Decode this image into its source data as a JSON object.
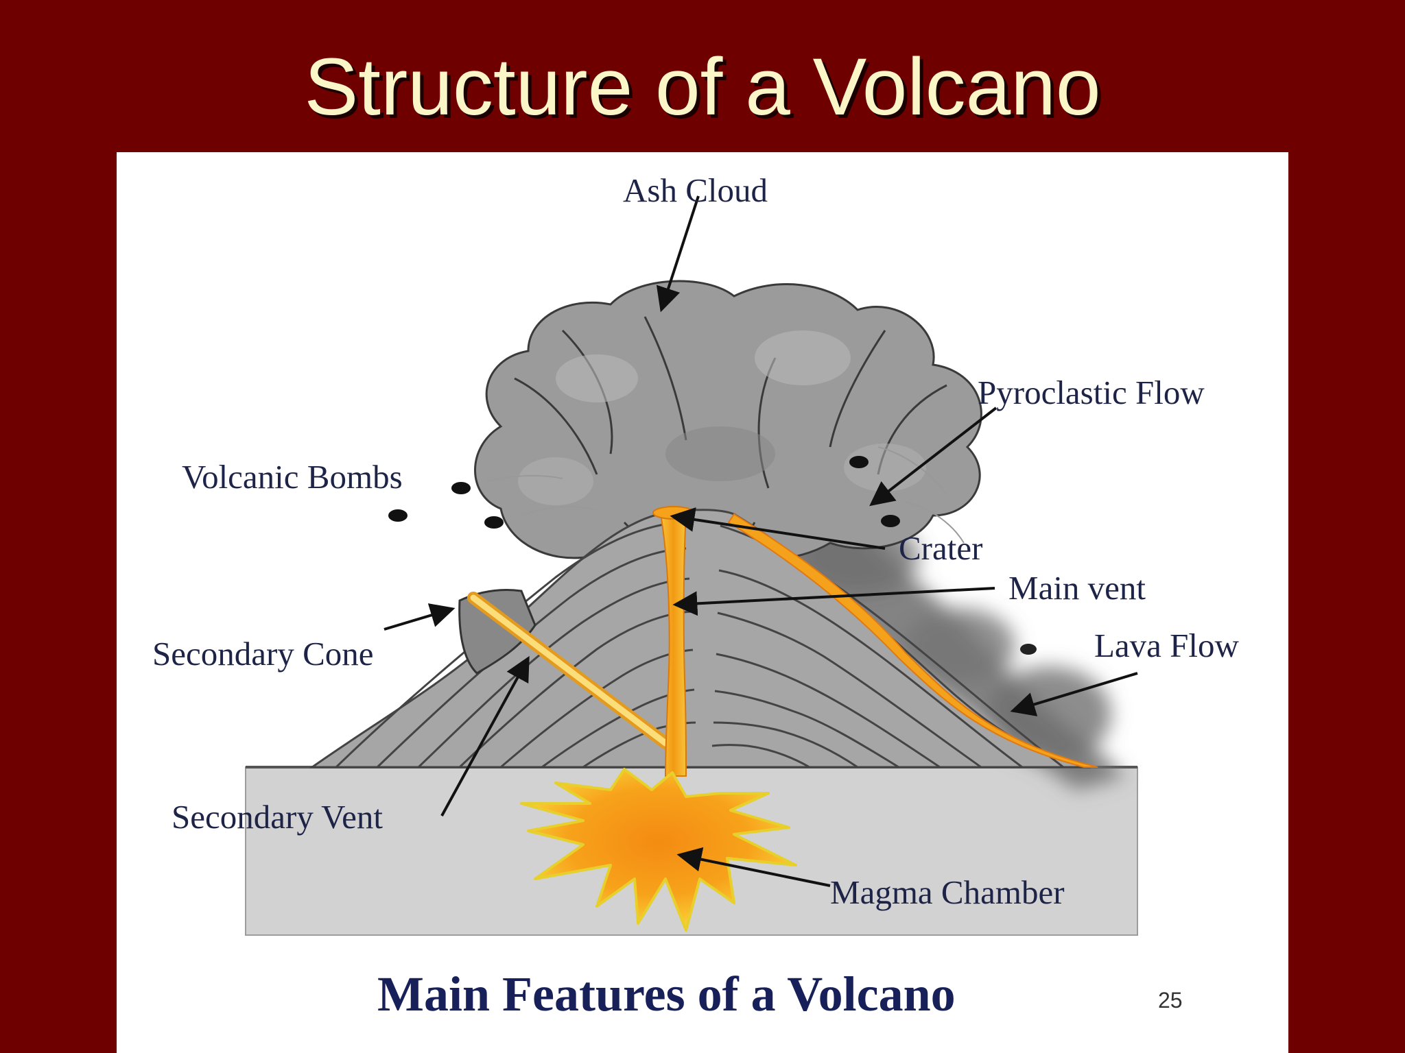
{
  "slide": {
    "title": "Structure of a Volcano",
    "page_number": "25",
    "background_color": "#6e0000",
    "title_color": "#fbf6c8"
  },
  "diagram": {
    "caption": "Main Features of a Volcano",
    "labels": {
      "ash_cloud": "Ash Cloud",
      "pyroclastic_flow": "Pyroclastic Flow",
      "volcanic_bombs": "Volcanic Bombs",
      "crater": "Crater",
      "main_vent": "Main vent",
      "secondary_cone": "Secondary Cone",
      "lava_flow": "Lava Flow",
      "secondary_vent": "Secondary Vent",
      "magma_chamber": "Magma Chamber"
    },
    "colors": {
      "label_text": "#1e2447",
      "caption_text": "#18205a",
      "magma": "#f7a21b",
      "volcano_body": "#9a9a9a",
      "ground": "#d4d4d4",
      "ash": "#8c8c8c"
    }
  }
}
